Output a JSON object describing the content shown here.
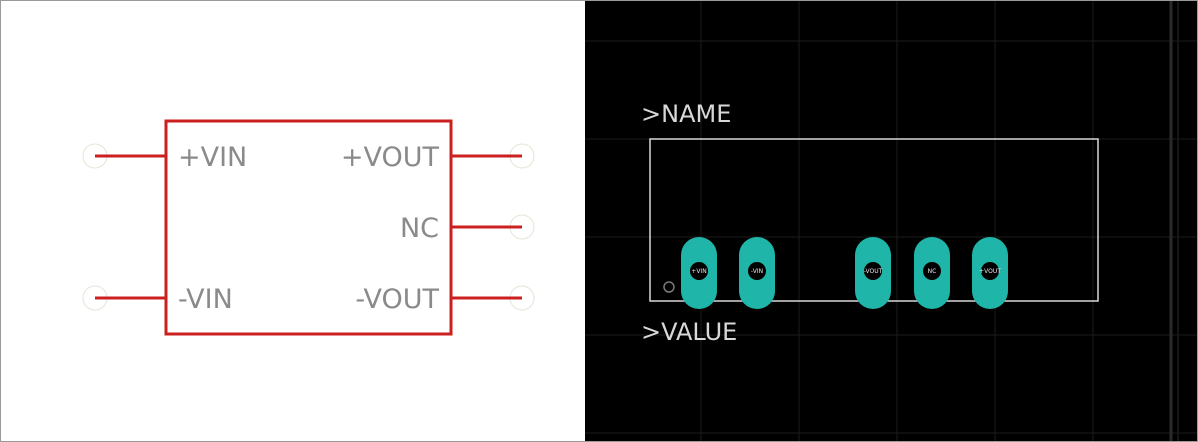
{
  "colors": {
    "schematic_background": "#ffffff",
    "symbol_outline": "#cc1f1f",
    "pin_label": "#8a8a8a",
    "pcb_background": "#000000",
    "pcb_grid": "#1e1e1e",
    "silkscreen": "#d8d8d8",
    "pad_fill": "#1fb5a8"
  },
  "schematic": {
    "pins": {
      "vin_pos": "+VIN",
      "vin_neg": "-VIN",
      "vout_pos": "+VOUT",
      "nc": "NC",
      "vout_neg": "-VOUT"
    }
  },
  "pcb": {
    "name_label": ">NAME",
    "value_label": ">VALUE",
    "pads": [
      {
        "label": "+VIN"
      },
      {
        "label": "-VIN"
      },
      {
        "label": "-VOUT"
      },
      {
        "label": "NC"
      },
      {
        "label": "+VOUT"
      }
    ]
  }
}
